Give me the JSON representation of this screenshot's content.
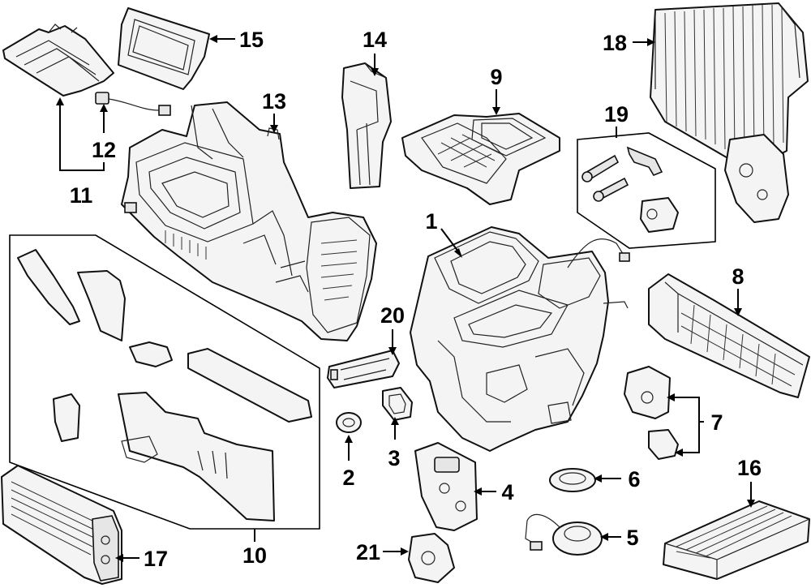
{
  "callouts": [
    {
      "id": "1",
      "text": "1"
    },
    {
      "id": "2",
      "text": "2"
    },
    {
      "id": "3",
      "text": "3"
    },
    {
      "id": "4",
      "text": "4"
    },
    {
      "id": "5",
      "text": "5"
    },
    {
      "id": "6",
      "text": "6"
    },
    {
      "id": "7",
      "text": "7"
    },
    {
      "id": "8",
      "text": "8"
    },
    {
      "id": "9",
      "text": "9"
    },
    {
      "id": "10",
      "text": "10"
    },
    {
      "id": "11",
      "text": "11"
    },
    {
      "id": "12",
      "text": "12"
    },
    {
      "id": "13",
      "text": "13"
    },
    {
      "id": "14",
      "text": "14"
    },
    {
      "id": "15",
      "text": "15"
    },
    {
      "id": "16",
      "text": "16"
    },
    {
      "id": "17",
      "text": "17"
    },
    {
      "id": "18",
      "text": "18"
    },
    {
      "id": "19",
      "text": "19"
    },
    {
      "id": "20",
      "text": "20"
    },
    {
      "id": "21",
      "text": "21"
    }
  ],
  "colors": {
    "line": "#000000",
    "fill": "#f4f4f4",
    "background": "#ffffff"
  }
}
